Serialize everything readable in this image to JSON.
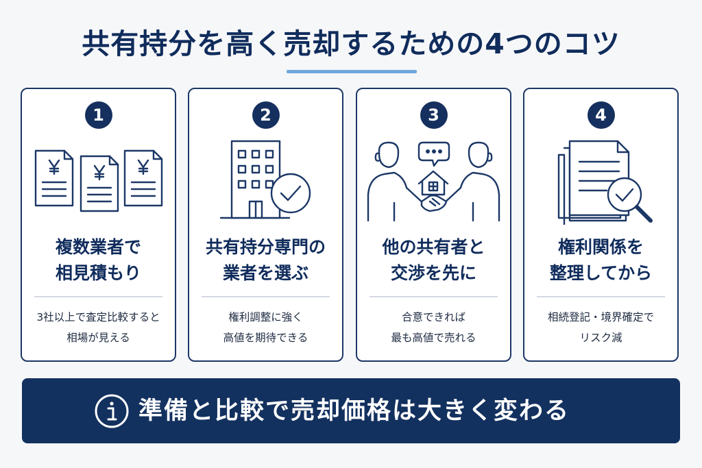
{
  "title": "共有持分を高く売却するための4つのコツ",
  "steps": [
    {
      "number": "1",
      "heading": [
        "複数業者で",
        "相見積もり"
      ],
      "description": [
        "3社以上で査定比較すると",
        "相場が見える"
      ],
      "icon": "yen-documents-icon"
    },
    {
      "number": "2",
      "heading": [
        "共有持分専門の",
        "業者を選ぶ"
      ],
      "description": [
        "権利調整に強く",
        "高値を期待できる"
      ],
      "icon": "building-check-icon"
    },
    {
      "number": "3",
      "heading": [
        "他の共有者と",
        "交渉を先に"
      ],
      "description": [
        "合意できれば",
        "最も高値で売れる"
      ],
      "icon": "handshake-house-icon"
    },
    {
      "number": "4",
      "heading": [
        "権利関係を",
        "整理してから"
      ],
      "description": [
        "相続登記・境界確定で",
        "リスク減"
      ],
      "icon": "document-inspection-icon"
    }
  ],
  "banner": {
    "text": "準備と比較で売却価格は大きく変わる",
    "icon": "info-icon"
  },
  "colors": {
    "navy": "#13315f",
    "accent": "#6ea8dd",
    "background": "#f6f7f9",
    "card": "#ffffff"
  }
}
